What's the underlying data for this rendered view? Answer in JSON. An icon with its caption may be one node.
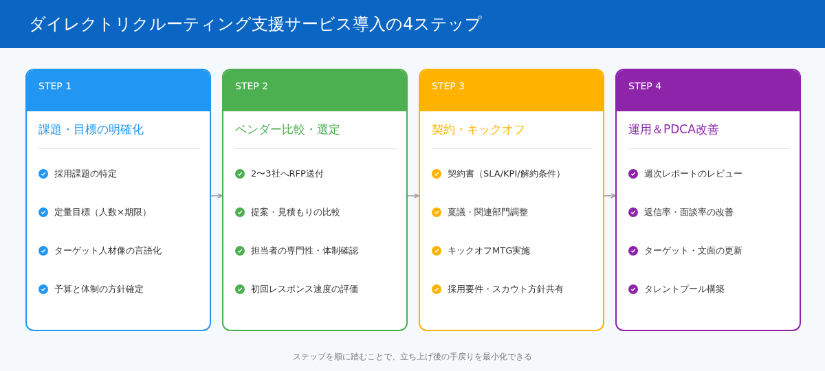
{
  "diagram": {
    "title": "ダイレクトリクルーティング支援サービス導入の4ステップ",
    "nodes": [
      {
        "text": [
          "STEP 1",
          "課題・目標の明確化",
          "採用課題の特定",
          "定量目標（人数×期限）",
          "ターゲット人材像の言語化",
          "予算と体制の方針確定"
        ]
      },
      {
        "text": [
          "STEP 2",
          "ベンダー比較・選定",
          "2〜3社へRFP送付",
          "提案・見積もりの比較",
          "担当者の専門性・体制確認",
          "初回レスポンス速度の評価"
        ]
      },
      {
        "text": [
          "STEP 3",
          "契約・キックオフ",
          "契約書（SLA/KPI/解約条件）",
          "稟議・関連部門調整",
          "キックオフMTG実施",
          "採用要件・スカウト方針共有"
        ]
      },
      {
        "text": [
          "STEP 4",
          "運用＆PDCA改善",
          "週次レポートのレビュー",
          "返信率・面談率の改善",
          "ターゲット・文面の更新",
          "タレントプール構築"
        ]
      }
    ],
    "edges": [
      {
        "from": 0,
        "to": 1,
        "arrow": "to"
      },
      {
        "from": 1,
        "to": 2,
        "arrow": "to"
      },
      {
        "from": 2,
        "to": 3,
        "arrow": "to"
      }
    ],
    "caption": "ステップを順に踏むことで、立ち上げ後の手戻りを最小化できる"
  }
}
